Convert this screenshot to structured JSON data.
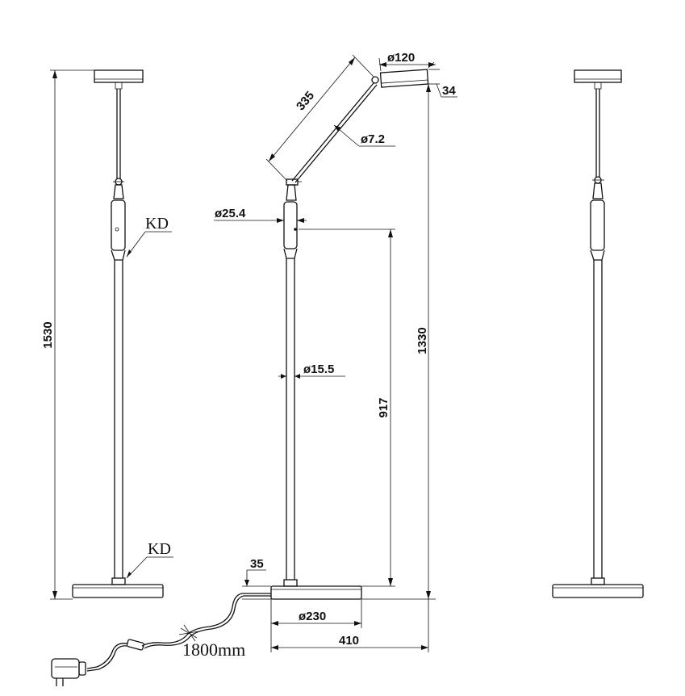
{
  "labels": {
    "kd_upper": "KD",
    "kd_lower": "KD",
    "height_total": "1530",
    "height_head": "1330",
    "height_joint": "917",
    "arm_length": "335",
    "head_diameter": "ø120",
    "head_height": "34",
    "arm_diameter": "ø7.2",
    "handle_diameter": "ø25.4",
    "pole_diameter": "ø15.5",
    "base_height": "35",
    "base_diameter": "ø230",
    "footprint_width": "410",
    "cable_length": "1800mm"
  },
  "colors": {
    "line": "#111111",
    "background": "#ffffff"
  },
  "icons": [
    "power-adapter-icon",
    "cable-connector-icon"
  ]
}
